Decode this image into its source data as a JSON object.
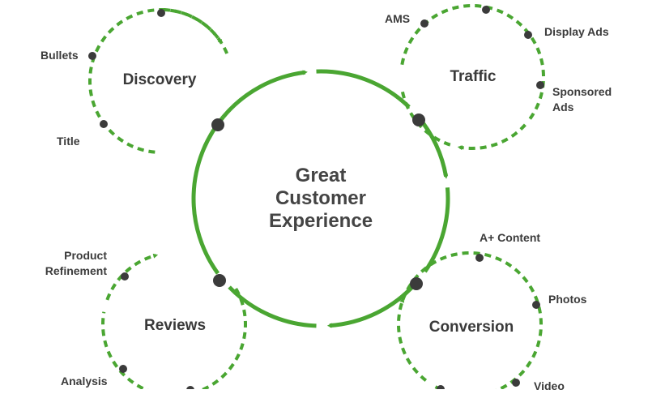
{
  "center": {
    "lines": [
      "Great",
      "Customer",
      "Experience"
    ]
  },
  "colors": {
    "green": "#4aa632",
    "dot": "#3b3b3b",
    "text": "#3b3b3b"
  },
  "stages": [
    {
      "name": "Discovery",
      "items": [
        "Bullets",
        "Title"
      ]
    },
    {
      "name": "Traffic",
      "items": [
        "AMS",
        "Display Ads",
        "Sponsored Ads"
      ]
    },
    {
      "name": "Conversion",
      "items": [
        "A+ Content",
        "Photos",
        "Video"
      ]
    },
    {
      "name": "Reviews",
      "items": [
        "Product Refinement",
        "Analysis"
      ]
    }
  ]
}
